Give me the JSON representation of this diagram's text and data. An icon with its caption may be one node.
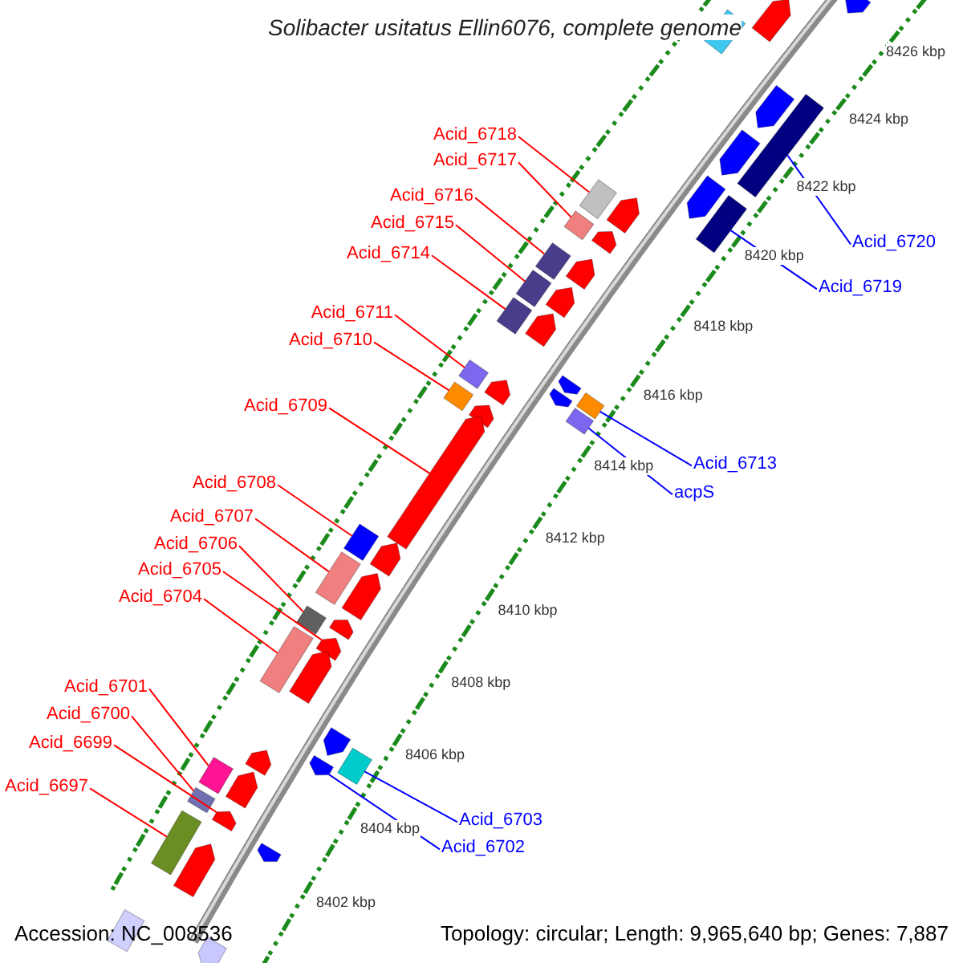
{
  "diagram": {
    "title": "Solibacter usitatus Ellin6076, complete genome",
    "nodes": [
      {
        "text": [
          "Acid_6718"
        ]
      },
      {
        "text": [
          "Acid_6717"
        ]
      },
      {
        "text": [
          "Acid_6716"
        ]
      },
      {
        "text": [
          "Acid_6715"
        ]
      },
      {
        "text": [
          "Acid_6720"
        ]
      },
      {
        "text": [
          "Acid_6714"
        ]
      },
      {
        "text": [
          "Acid_6719"
        ]
      },
      {
        "text": [
          "Acid_6711"
        ]
      },
      {
        "text": [
          "Acid_6710"
        ]
      },
      {
        "text": [
          "Acid_6709"
        ]
      },
      {
        "text": [
          "Acid_6713"
        ]
      },
      {
        "text": [
          "Acid_6708"
        ]
      },
      {
        "text": [
          "acpS"
        ]
      },
      {
        "text": [
          "Acid_6707"
        ]
      },
      {
        "text": [
          "Acid_6706"
        ]
      },
      {
        "text": [
          "Acid_6705"
        ]
      },
      {
        "text": [
          "Acid_6704"
        ]
      },
      {
        "text": [
          "Acid_6701"
        ]
      },
      {
        "text": [
          "Acid_6700"
        ]
      },
      {
        "text": [
          "Acid_6699"
        ]
      },
      {
        "text": [
          "Acid_6697"
        ]
      },
      {
        "text": [
          "Acid_6703"
        ]
      },
      {
        "text": [
          "Acid_6702"
        ]
      },
      {
        "text": [],
        "shape": "pentagon"
      },
      {
        "text": [],
        "shape": "pentagon"
      },
      {
        "text": [],
        "shape": "box"
      },
      {
        "text": [],
        "shape": "pentagon"
      },
      {
        "text": [],
        "shape": "box"
      },
      {
        "text": [],
        "shape": "pentagon"
      },
      {
        "text": [],
        "shape": "pentagon"
      },
      {
        "text": [],
        "shape": "box"
      },
      {
        "text": [],
        "shape": "pentagon"
      },
      {
        "text": [],
        "shape": "box"
      },
      {
        "text": [],
        "shape": "box"
      },
      {
        "text": [],
        "shape": "pentagon"
      },
      {
        "text": [],
        "shape": "box"
      },
      {
        "text": [],
        "shape": "pentagon"
      },
      {
        "text": [],
        "shape": "box"
      },
      {
        "text": [],
        "shape": "pentagon"
      },
      {
        "text": [],
        "shape": "box"
      },
      {
        "text": [],
        "shape": "pentagon"
      },
      {
        "text": [],
        "shape": "box"
      },
      {
        "text": [],
        "shape": "pentagon"
      },
      {
        "text": [],
        "shape": "pentagon"
      },
      {
        "text": [],
        "shape": "pentagon"
      },
      {
        "text": [],
        "shape": "box"
      },
      {
        "text": [],
        "shape": "box"
      },
      {
        "text": [],
        "shape": "pentagon"
      },
      {
        "text": [],
        "shape": "box"
      },
      {
        "text": [],
        "shape": "pentagon"
      },
      {
        "text": [],
        "shape": "box"
      },
      {
        "text": [],
        "shape": "pentagon"
      },
      {
        "text": [],
        "shape": "box"
      },
      {
        "text": [],
        "shape": "pentagon"
      },
      {
        "text": [],
        "shape": "box"
      },
      {
        "text": [],
        "shape": "pentagon"
      },
      {
        "text": [],
        "shape": "pentagon"
      },
      {
        "text": [],
        "shape": "box"
      },
      {
        "text": [],
        "shape": "pentagon"
      },
      {
        "text": [],
        "shape": "pentagon"
      },
      {
        "text": [],
        "shape": "pentagon"
      },
      {
        "text": [],
        "shape": "box"
      },
      {
        "text": [],
        "shape": "pentagon"
      },
      {
        "text": [],
        "shape": "box"
      },
      {
        "text": [],
        "shape": "pentagon"
      },
      {
        "text": [],
        "shape": "box"
      },
      {
        "text": [],
        "shape": "pentagon"
      },
      {
        "text": [],
        "shape": "box"
      },
      {
        "text": [],
        "shape": "pentagon"
      },
      {
        "text": [],
        "shape": "pentagon"
      },
      {
        "text": [],
        "shape": "box"
      },
      {
        "text": [],
        "shape": "pentagon"
      }
    ],
    "edges": [
      {
        "from": 0,
        "to": 30,
        "arrow": "none"
      },
      {
        "from": 1,
        "to": 33,
        "arrow": "none"
      },
      {
        "from": 2,
        "to": 35,
        "arrow": "none"
      },
      {
        "from": 3,
        "to": 37,
        "arrow": "none"
      },
      {
        "from": 4,
        "to": 27,
        "arrow": "none",
        "color": "#0000ff"
      },
      {
        "from": 5,
        "to": 39,
        "arrow": "none"
      },
      {
        "from": 6,
        "to": 32,
        "arrow": "none",
        "color": "#0000ff"
      },
      {
        "from": 7,
        "to": 41,
        "arrow": "none"
      },
      {
        "from": 8,
        "to": 45,
        "arrow": "none"
      },
      {
        "from": 9,
        "to": 49,
        "arrow": "none"
      },
      {
        "from": 10,
        "to": 46,
        "arrow": "none",
        "color": "#0000ff"
      },
      {
        "from": 11,
        "to": 50,
        "arrow": "none"
      },
      {
        "from": 12,
        "to": 48,
        "arrow": "none",
        "color": "#0000ff"
      },
      {
        "from": 13,
        "to": 52,
        "arrow": "none"
      },
      {
        "from": 14,
        "to": 54,
        "arrow": "none"
      },
      {
        "from": 15,
        "to": 56,
        "arrow": "none"
      },
      {
        "from": 16,
        "to": 57,
        "arrow": "none"
      },
      {
        "from": 17,
        "to": 63,
        "arrow": "none"
      },
      {
        "from": 18,
        "to": 65,
        "arrow": "none"
      },
      {
        "from": 19,
        "to": 66,
        "arrow": "none"
      },
      {
        "from": 20,
        "to": 67,
        "arrow": "none"
      },
      {
        "from": 21,
        "to": 61,
        "arrow": "none",
        "color": "#0000ff"
      },
      {
        "from": 22,
        "to": 62,
        "arrow": "none",
        "color": "#0000ff"
      }
    ],
    "labels": [
      "8402 kbp",
      "8404 kbp",
      "8406 kbp",
      "8408 kbp",
      "8410 kbp",
      "8412 kbp",
      "8414 kbp",
      "8416 kbp",
      "8418 kbp",
      "8420 kbp",
      "8422 kbp",
      "8424 kbp",
      "8426 kbp",
      "Accession: NC_008536",
      "Topology: circular; Length: 9,965,640 bp; Genes: 7,887"
    ]
  }
}
